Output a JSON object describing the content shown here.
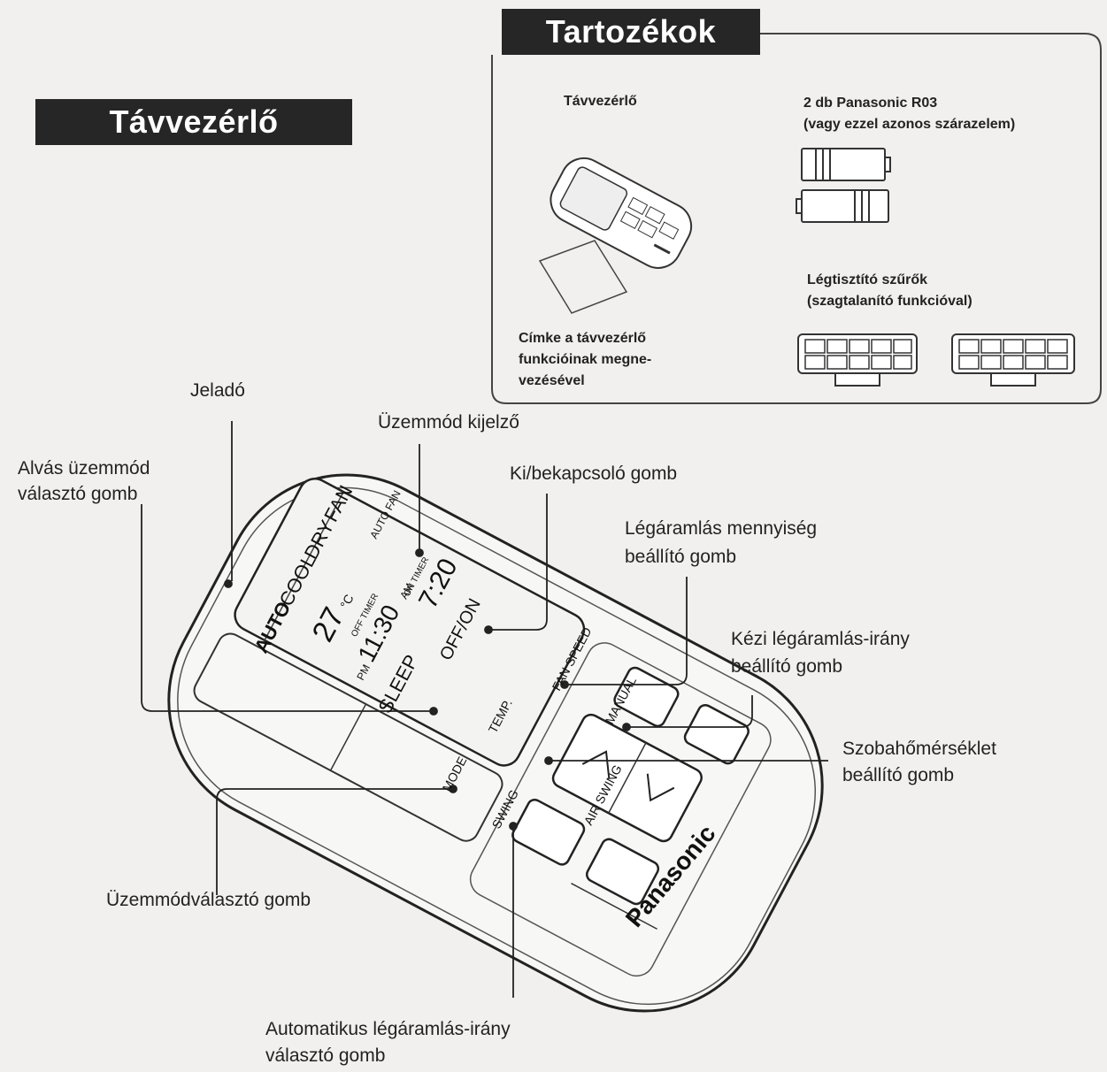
{
  "headers": {
    "remote_title": "Távvezérlő",
    "accessories_title": "Tartozékok"
  },
  "accessories": {
    "remote": "Távvezérlő",
    "batteries_line1": "2 db Panasonic R03",
    "batteries_line2": "(vagy ezzel azonos szárazelem)",
    "filters_line1": "Légtisztító szűrők",
    "filters_line2": "(szagtalanító funkcióval)",
    "label_line1": "Címke a távvezérlő",
    "label_line2": "funkcióinak megne-",
    "label_line3": "vezésével"
  },
  "callouts": {
    "transmitter": "Jeladó",
    "mode_display": "Üzemmód kijelző",
    "sleep_line1": "Alvás üzemmód",
    "sleep_line2": "választó gomb",
    "onoff": "Ki/bekapcsoló gomb",
    "fan_speed_line1": "Légáramlás mennyiség",
    "fan_speed_line2": "beállító gomb",
    "manual_line1": "Kézi légáramlás-irány",
    "manual_line2": "beállító gomb",
    "temp_line1": "Szobahőmérséklet",
    "temp_line2": "beállító gomb",
    "mode_button": "Üzemmódválasztó gomb",
    "swing_line1": "Automatikus légáramlás-irány",
    "swing_line2": "választó gomb"
  },
  "remote": {
    "modes": [
      "AUTO",
      "COOL",
      "DRY",
      "FAN"
    ],
    "autofan": "AUTO FAN",
    "temperature": "27",
    "unit": "°C",
    "off_timer_label": "OFF TIMER",
    "on_timer_label": "ON TIMER",
    "on_timer_time": "7:20",
    "off_timer_time": "11:30",
    "pm": "PM",
    "am": "AM",
    "btn_offon": "OFF/ON",
    "btn_sleep": "SLEEP",
    "btn_fanspeed": "FAN SPEED",
    "btn_manual": "MANUAL",
    "btn_temp": "TEMP.",
    "btn_mode": "MODE",
    "btn_swing": "SWING",
    "air_swing": "AIR SWING",
    "brand": "Panasonic"
  }
}
